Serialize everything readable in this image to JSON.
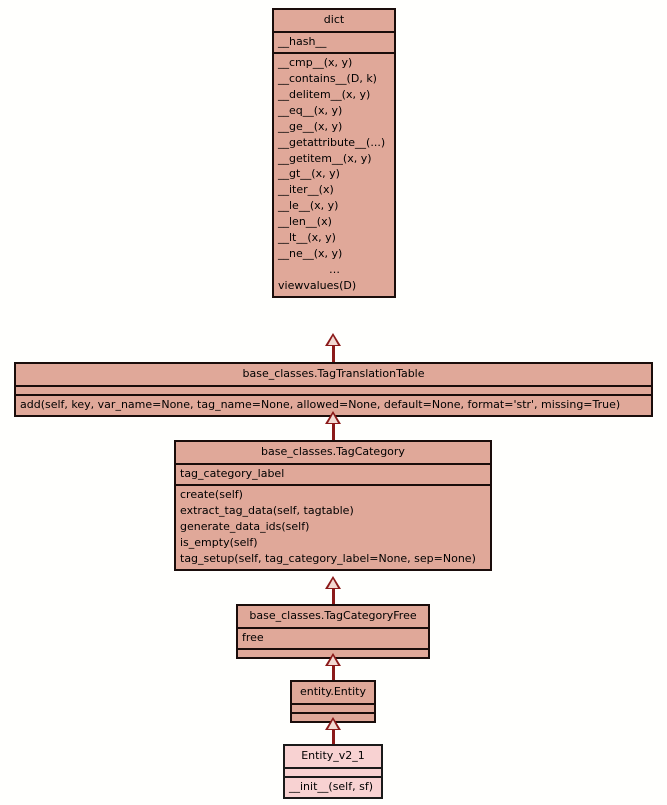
{
  "diagram": {
    "type": "uml-class-diagram",
    "title": "",
    "background_color": "#fffffd",
    "class_fill_color": "#e0a899",
    "class_fill_color_highlight": "#f8d2d2",
    "border_color": "#1a0d0b",
    "connector_color": "#8b1a1a",
    "relationship": "generalization"
  },
  "classes": [
    {
      "id": "dict",
      "name": "dict",
      "attributes": [
        "__hash__"
      ],
      "methods": [
        "__cmp__(x, y)",
        "__contains__(D, k)",
        "__delitem__(x, y)",
        "__eq__(x, y)",
        "__ge__(x, y)",
        "__getattribute__(...)",
        "__getitem__(x, y)",
        "__gt__(x, y)",
        "__iter__(x)",
        "__le__(x, y)",
        "__len__(x)",
        "__lt__(x, y)",
        "__ne__(x, y)",
        "…",
        "viewvalues(D)"
      ]
    },
    {
      "id": "tag-translation-table",
      "name": "base_classes.TagTranslationTable",
      "attributes": [],
      "methods": [
        "add(self, key, var_name=None, tag_name=None, allowed=None, default=None, format='str', missing=True)"
      ]
    },
    {
      "id": "tag-category",
      "name": "base_classes.TagCategory",
      "attributes": [
        "tag_category_label"
      ],
      "methods": [
        "create(self)",
        "extract_tag_data(self, tagtable)",
        "generate_data_ids(self)",
        "is_empty(self)",
        "tag_setup(self, tag_category_label=None, sep=None)"
      ]
    },
    {
      "id": "tag-category-free",
      "name": "base_classes.TagCategoryFree",
      "attributes": [
        "free"
      ],
      "methods": []
    },
    {
      "id": "entity-entity",
      "name": "entity.Entity",
      "attributes": [],
      "methods": []
    },
    {
      "id": "entity-v2-1",
      "name": "Entity_v2_1",
      "attributes": [],
      "methods": [
        "__init__(self, sf)"
      ]
    }
  ],
  "edges": [
    {
      "from": "base_classes.TagTranslationTable",
      "to": "dict",
      "kind": "generalization"
    },
    {
      "from": "base_classes.TagCategory",
      "to": "base_classes.TagTranslationTable",
      "kind": "generalization"
    },
    {
      "from": "base_classes.TagCategoryFree",
      "to": "base_classes.TagCategory",
      "kind": "generalization"
    },
    {
      "from": "entity.Entity",
      "to": "base_classes.TagCategoryFree",
      "kind": "generalization"
    },
    {
      "from": "Entity_v2_1",
      "to": "entity.Entity",
      "kind": "generalization"
    }
  ]
}
